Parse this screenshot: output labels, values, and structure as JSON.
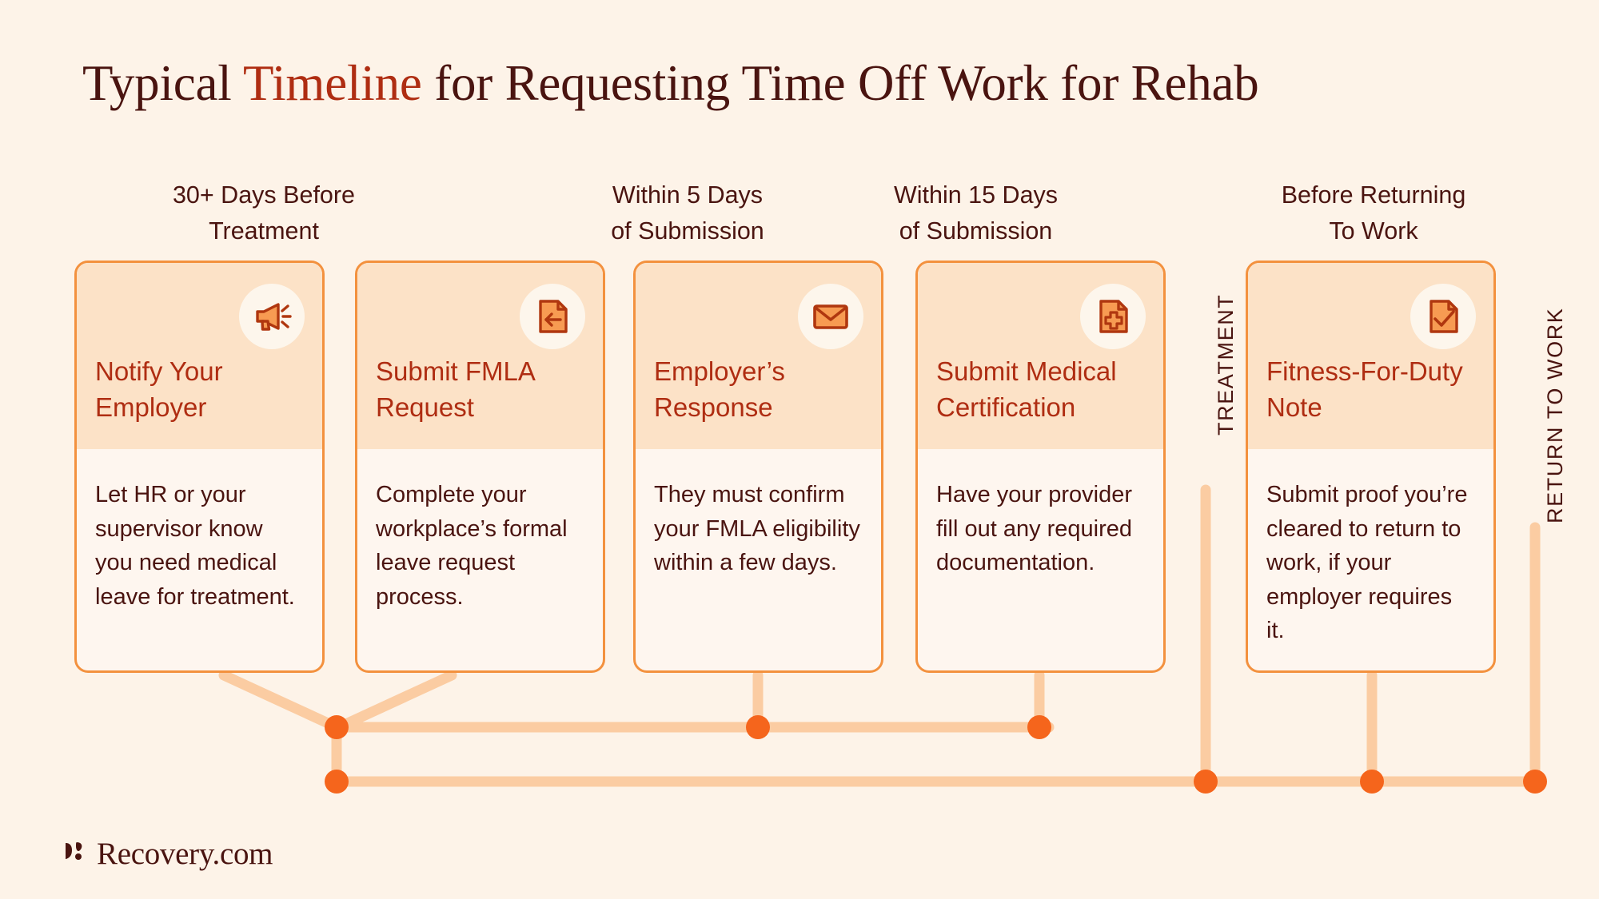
{
  "title": {
    "before": "Typical ",
    "accent": "Timeline",
    "after": " for Requesting Time Off Work for Rehab"
  },
  "colors": {
    "background": "#FDF3E8",
    "title_dark": "#4A1410",
    "title_accent": "#AF2D12",
    "card_border": "#F3913E",
    "card_top_bg": "#FCE2C7",
    "card_body_bg": "#FEF6EF",
    "card_title": "#AF2D12",
    "dot": "#F5651C",
    "connector_line": "#FBCCA2",
    "icon_fill": "#F79B52",
    "icon_stroke": "#B0370F"
  },
  "columns": [
    {
      "header": "30+ Days Before\nTreatment"
    },
    {
      "header": ""
    },
    {
      "header": "Within 5 Days\nof Submission"
    },
    {
      "header": "Within 15 Days\nof Submission"
    },
    {
      "header": "Before Returning\nTo Work"
    }
  ],
  "cards": [
    {
      "icon": "megaphone-icon",
      "title": "Notify Your Employer",
      "body": "Let HR or your supervisor know you need medical leave for treatment."
    },
    {
      "icon": "document-arrow-left-icon",
      "title": "Submit FMLA Request",
      "body": "Complete your workplace’s formal leave request process."
    },
    {
      "icon": "envelope-icon",
      "title": "Employer’s Response",
      "body": "They must confirm your FMLA eligibility within a few days."
    },
    {
      "icon": "document-medical-cross-icon",
      "title": "Submit Medical Certification",
      "body": "Have your provider fill out any required documentation."
    },
    {
      "icon": "document-check-icon",
      "title": "Fitness-For-Duty Note",
      "body": "Submit proof you’re cleared to return to work, if your employer requires it."
    }
  ],
  "phases": [
    {
      "label": "TREATMENT"
    },
    {
      "label": "RETURN TO WORK"
    }
  ],
  "logo": {
    "text": "Recovery.com",
    "mark": "leaf-mark-icon"
  }
}
